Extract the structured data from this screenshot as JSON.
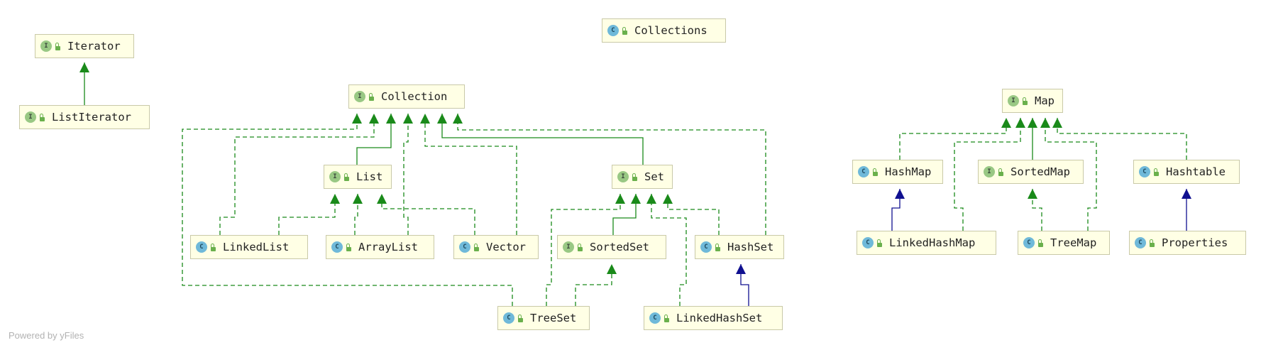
{
  "nodes": [
    {
      "id": "Iterator",
      "kind": "I",
      "label": "Iterator"
    },
    {
      "id": "ListIterator",
      "kind": "I",
      "label": "ListIterator"
    },
    {
      "id": "Collections",
      "kind": "C",
      "label": "Collections"
    },
    {
      "id": "Collection",
      "kind": "I",
      "label": "Collection"
    },
    {
      "id": "List",
      "kind": "I",
      "label": "List"
    },
    {
      "id": "Set",
      "kind": "I",
      "label": "Set"
    },
    {
      "id": "LinkedList",
      "kind": "C",
      "label": "LinkedList"
    },
    {
      "id": "ArrayList",
      "kind": "C",
      "label": "ArrayList"
    },
    {
      "id": "Vector",
      "kind": "C",
      "label": "Vector"
    },
    {
      "id": "SortedSet",
      "kind": "I",
      "label": "SortedSet"
    },
    {
      "id": "HashSet",
      "kind": "C",
      "label": "HashSet"
    },
    {
      "id": "TreeSet",
      "kind": "C",
      "label": "TreeSet"
    },
    {
      "id": "LinkedHashSet",
      "kind": "C",
      "label": "LinkedHashSet"
    },
    {
      "id": "Map",
      "kind": "I",
      "label": "Map"
    },
    {
      "id": "HashMap",
      "kind": "C",
      "label": "HashMap"
    },
    {
      "id": "SortedMap",
      "kind": "I",
      "label": "SortedMap"
    },
    {
      "id": "Hashtable",
      "kind": "C",
      "label": "Hashtable"
    },
    {
      "id": "LinkedHashMap",
      "kind": "C",
      "label": "LinkedHashMap"
    },
    {
      "id": "TreeMap",
      "kind": "C",
      "label": "TreeMap"
    },
    {
      "id": "Properties",
      "kind": "C",
      "label": "Properties"
    }
  ],
  "edges": [
    {
      "from": "ListIterator",
      "to": "Iterator",
      "type": "extends-interface"
    },
    {
      "from": "List",
      "to": "Collection",
      "type": "extends-interface"
    },
    {
      "from": "Set",
      "to": "Collection",
      "type": "extends-interface"
    },
    {
      "from": "LinkedList",
      "to": "Collection",
      "type": "implements"
    },
    {
      "from": "ArrayList",
      "to": "Collection",
      "type": "implements"
    },
    {
      "from": "Vector",
      "to": "Collection",
      "type": "implements"
    },
    {
      "from": "HashSet",
      "to": "Collection",
      "type": "implements"
    },
    {
      "from": "TreeSet",
      "to": "Collection",
      "type": "implements"
    },
    {
      "from": "LinkedList",
      "to": "List",
      "type": "implements"
    },
    {
      "from": "ArrayList",
      "to": "List",
      "type": "implements"
    },
    {
      "from": "Vector",
      "to": "List",
      "type": "implements"
    },
    {
      "from": "SortedSet",
      "to": "Set",
      "type": "extends-interface"
    },
    {
      "from": "TreeSet",
      "to": "Set",
      "type": "implements"
    },
    {
      "from": "LinkedHashSet",
      "to": "Set",
      "type": "implements"
    },
    {
      "from": "HashSet",
      "to": "Set",
      "type": "implements"
    },
    {
      "from": "TreeSet",
      "to": "SortedSet",
      "type": "implements"
    },
    {
      "from": "LinkedHashSet",
      "to": "HashSet",
      "type": "extends-class"
    },
    {
      "from": "HashMap",
      "to": "Map",
      "type": "implements"
    },
    {
      "from": "LinkedHashMap",
      "to": "Map",
      "type": "implements"
    },
    {
      "from": "SortedMap",
      "to": "Map",
      "type": "extends-interface"
    },
    {
      "from": "TreeMap",
      "to": "Map",
      "type": "implements"
    },
    {
      "from": "Hashtable",
      "to": "Map",
      "type": "implements"
    },
    {
      "from": "LinkedHashMap",
      "to": "HashMap",
      "type": "extends-class"
    },
    {
      "from": "TreeMap",
      "to": "SortedMap",
      "type": "implements"
    },
    {
      "from": "Properties",
      "to": "Hashtable",
      "type": "extends-class"
    }
  ],
  "colors": {
    "interface_edge": "#1a8a1a",
    "class_edge": "#101090",
    "node_fill": "#ffffe5",
    "node_border": "#c9c9a8",
    "interface_badge": "#99c884",
    "class_badge": "#6fb9d9"
  },
  "footer": "Powered by yFiles"
}
